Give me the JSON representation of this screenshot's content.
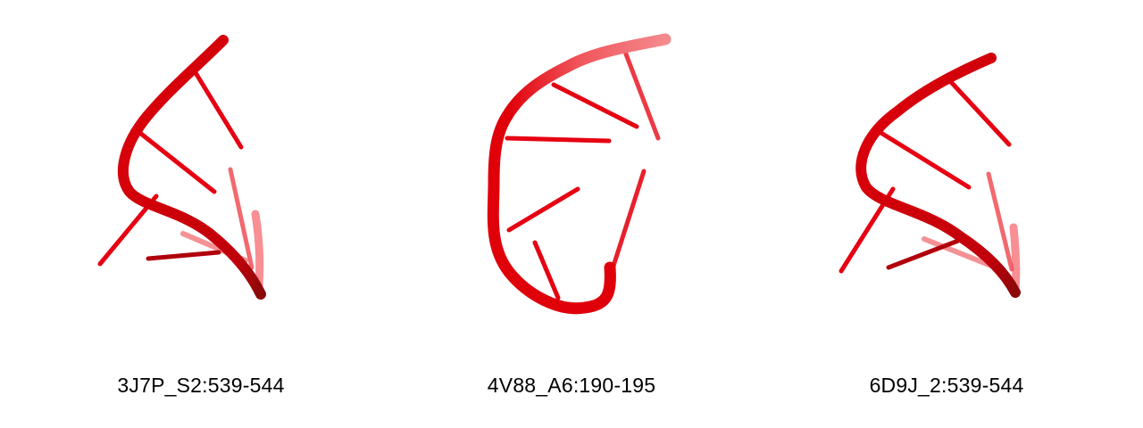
{
  "figure": {
    "panels": [
      {
        "label": "3J7P_S2:539-544"
      },
      {
        "label": "4V88_A6:190-195"
      },
      {
        "label": "6D9J_2:539-544"
      }
    ],
    "colors": {
      "backbone": "#e0000a",
      "base": "#e60012",
      "shade": "#a80008",
      "text": "#000000"
    }
  }
}
